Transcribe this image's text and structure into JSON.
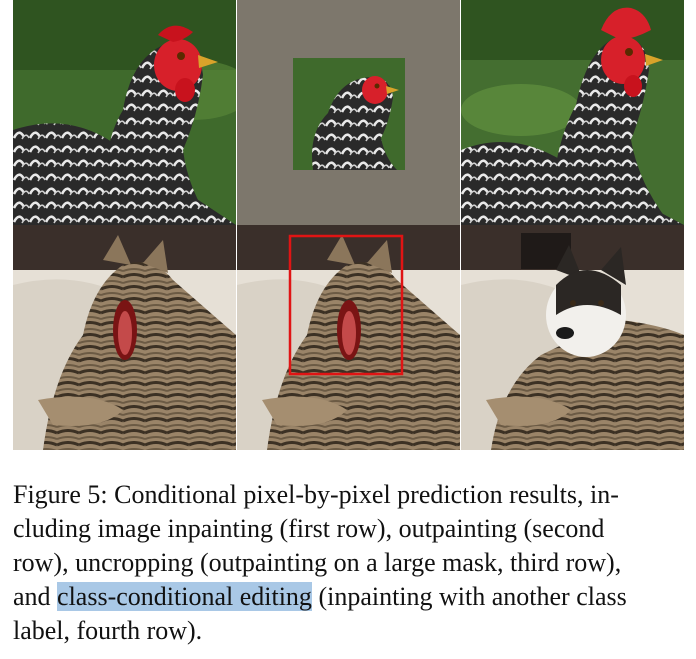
{
  "figure": {
    "panels": [
      {
        "row": 1,
        "col": 1,
        "subject": "chicken",
        "variant": "original"
      },
      {
        "row": 1,
        "col": 2,
        "subject": "chicken",
        "variant": "uncropping-mask"
      },
      {
        "row": 1,
        "col": 3,
        "subject": "chicken",
        "variant": "uncropped-result"
      },
      {
        "row": 2,
        "col": 1,
        "subject": "cat",
        "variant": "original"
      },
      {
        "row": 2,
        "col": 2,
        "subject": "cat",
        "variant": "red-box-edit-region"
      },
      {
        "row": 2,
        "col": 3,
        "subject": "dog-head-on-cat",
        "variant": "class-conditional-edit"
      }
    ],
    "colors": {
      "mask_gray": "#7d776c",
      "edit_box": "#e01414",
      "highlight": "#a9c8e6"
    }
  },
  "caption": {
    "line1": "Figure 5: Conditional pixel-by-pixel prediction results, in-",
    "line2": "cluding image inpainting (first row), outpainting (second",
    "line3": "row), uncropping (outpainting on a large mask, third row),",
    "line4_pre": "and ",
    "line4_highlight": "class-conditional editing",
    "line4_post": " (inpainting with another class",
    "line5": "label, fourth row)."
  }
}
